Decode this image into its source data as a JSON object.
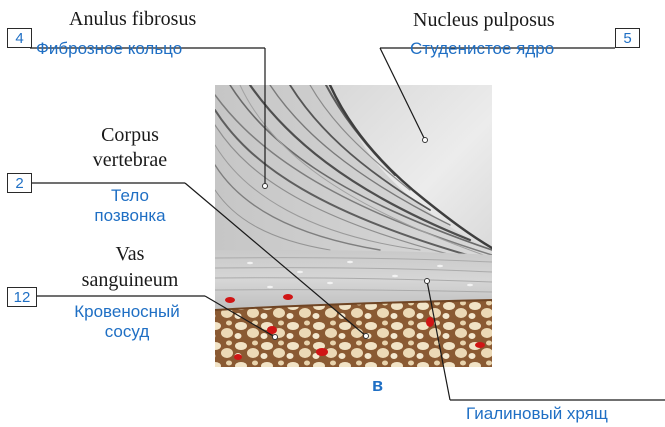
{
  "labels": {
    "anulus": {
      "number": "4",
      "latin": "Anulus fibrosus",
      "russian": "Фиброзное кольцо"
    },
    "nucleus": {
      "number": "5",
      "latin": "Nucleus pulposus",
      "russian": "Студенистое ядро"
    },
    "corpus": {
      "number": "2",
      "latin_line1": "Corpus",
      "latin_line2": "vertebrae",
      "russian_line1": "Тело",
      "russian_line2": "позвонка"
    },
    "vas": {
      "number": "12",
      "latin_line1": "Vas",
      "latin_line2": "sanguineum",
      "russian_line1": "Кровеносный",
      "russian_line2": "сосуд"
    },
    "cartilage": {
      "russian": "Гиалиновый хрящ"
    }
  },
  "panel_letter": "в",
  "colors": {
    "russian_text": "#1f6fc4",
    "latin_text": "#1a1a1a",
    "leader_lines": "#1a1a1a",
    "nucleus": "#e4e4e4",
    "bone": "#c8a178",
    "blood": "#d01515"
  }
}
